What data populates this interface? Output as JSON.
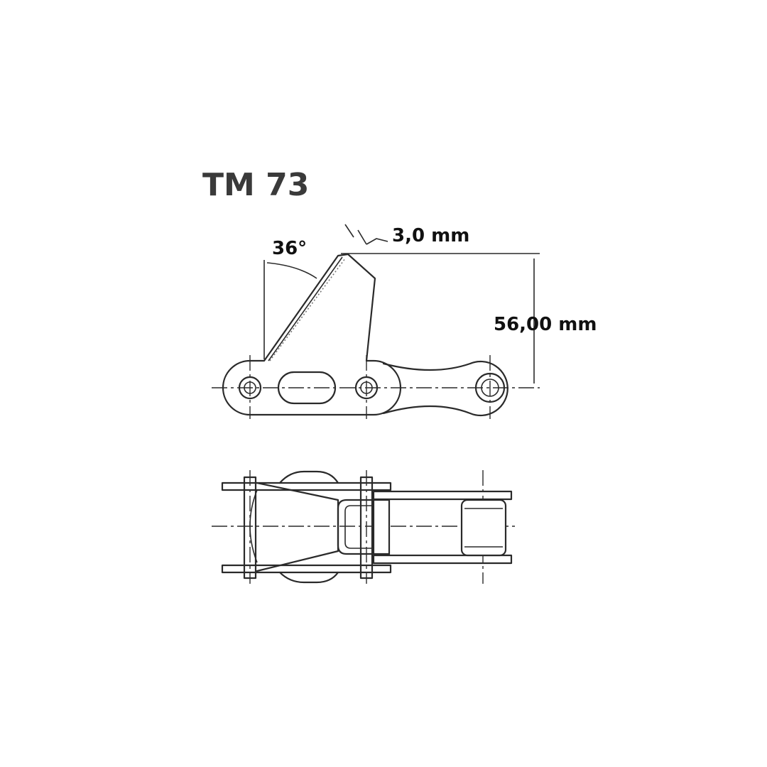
{
  "title": "TM 73",
  "dimensions": {
    "angle": "36°",
    "thickness": "3,0 mm",
    "height": "56,00 mm"
  }
}
